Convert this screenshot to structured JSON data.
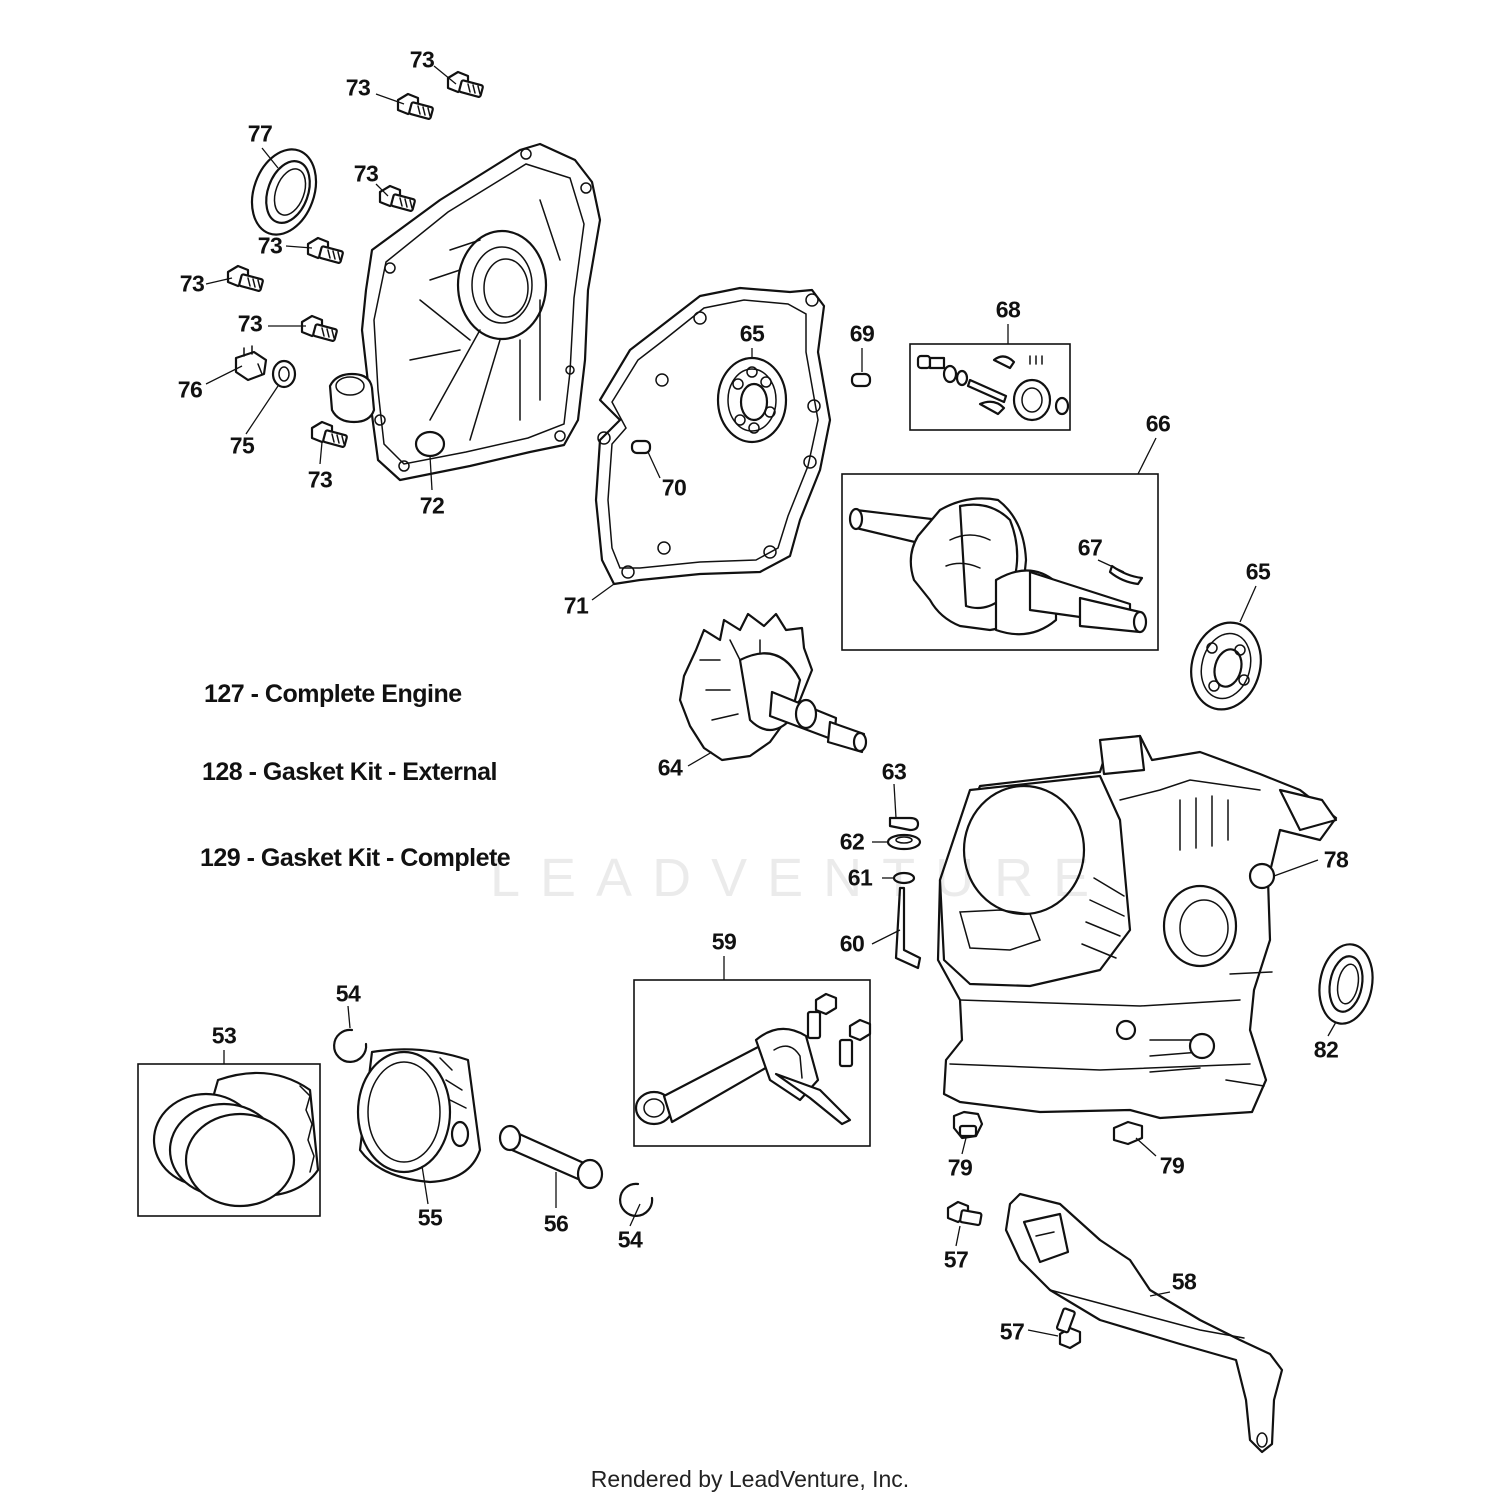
{
  "callouts": [
    {
      "id": "c73a",
      "text": "73"
    },
    {
      "id": "c73b",
      "text": "73"
    },
    {
      "id": "c77",
      "text": "77"
    },
    {
      "id": "c73c",
      "text": "73"
    },
    {
      "id": "c73d",
      "text": "73"
    },
    {
      "id": "c73e",
      "text": "73"
    },
    {
      "id": "c73f",
      "text": "73"
    },
    {
      "id": "c76",
      "text": "76"
    },
    {
      "id": "c75",
      "text": "75"
    },
    {
      "id": "c73g",
      "text": "73"
    },
    {
      "id": "c72",
      "text": "72"
    },
    {
      "id": "c65a",
      "text": "65"
    },
    {
      "id": "c69",
      "text": "69"
    },
    {
      "id": "c68",
      "text": "68"
    },
    {
      "id": "c70",
      "text": "70"
    },
    {
      "id": "c66",
      "text": "66"
    },
    {
      "id": "c67",
      "text": "67"
    },
    {
      "id": "c65b",
      "text": "65"
    },
    {
      "id": "c71",
      "text": "71"
    },
    {
      "id": "c64",
      "text": "64"
    },
    {
      "id": "c63",
      "text": "63"
    },
    {
      "id": "c62",
      "text": "62"
    },
    {
      "id": "c61",
      "text": "61"
    },
    {
      "id": "c78",
      "text": "78"
    },
    {
      "id": "c60",
      "text": "60"
    },
    {
      "id": "c59",
      "text": "59"
    },
    {
      "id": "c54a",
      "text": "54"
    },
    {
      "id": "c53",
      "text": "53"
    },
    {
      "id": "c82",
      "text": "82"
    },
    {
      "id": "c79a",
      "text": "79"
    },
    {
      "id": "c79b",
      "text": "79"
    },
    {
      "id": "c55",
      "text": "55"
    },
    {
      "id": "c56",
      "text": "56"
    },
    {
      "id": "c54b",
      "text": "54"
    },
    {
      "id": "c57a",
      "text": "57"
    },
    {
      "id": "c58",
      "text": "58"
    },
    {
      "id": "c57b",
      "text": "57"
    }
  ],
  "kits": [
    {
      "id": "kit127",
      "text": "127 - Complete Engine"
    },
    {
      "id": "kit128",
      "text": "128 - Gasket Kit - External"
    },
    {
      "id": "kit129",
      "text": "129 - Gasket Kit - Complete"
    }
  ],
  "watermark": "LEADVENTURE",
  "footer": "Rendered by LeadVenture, Inc."
}
